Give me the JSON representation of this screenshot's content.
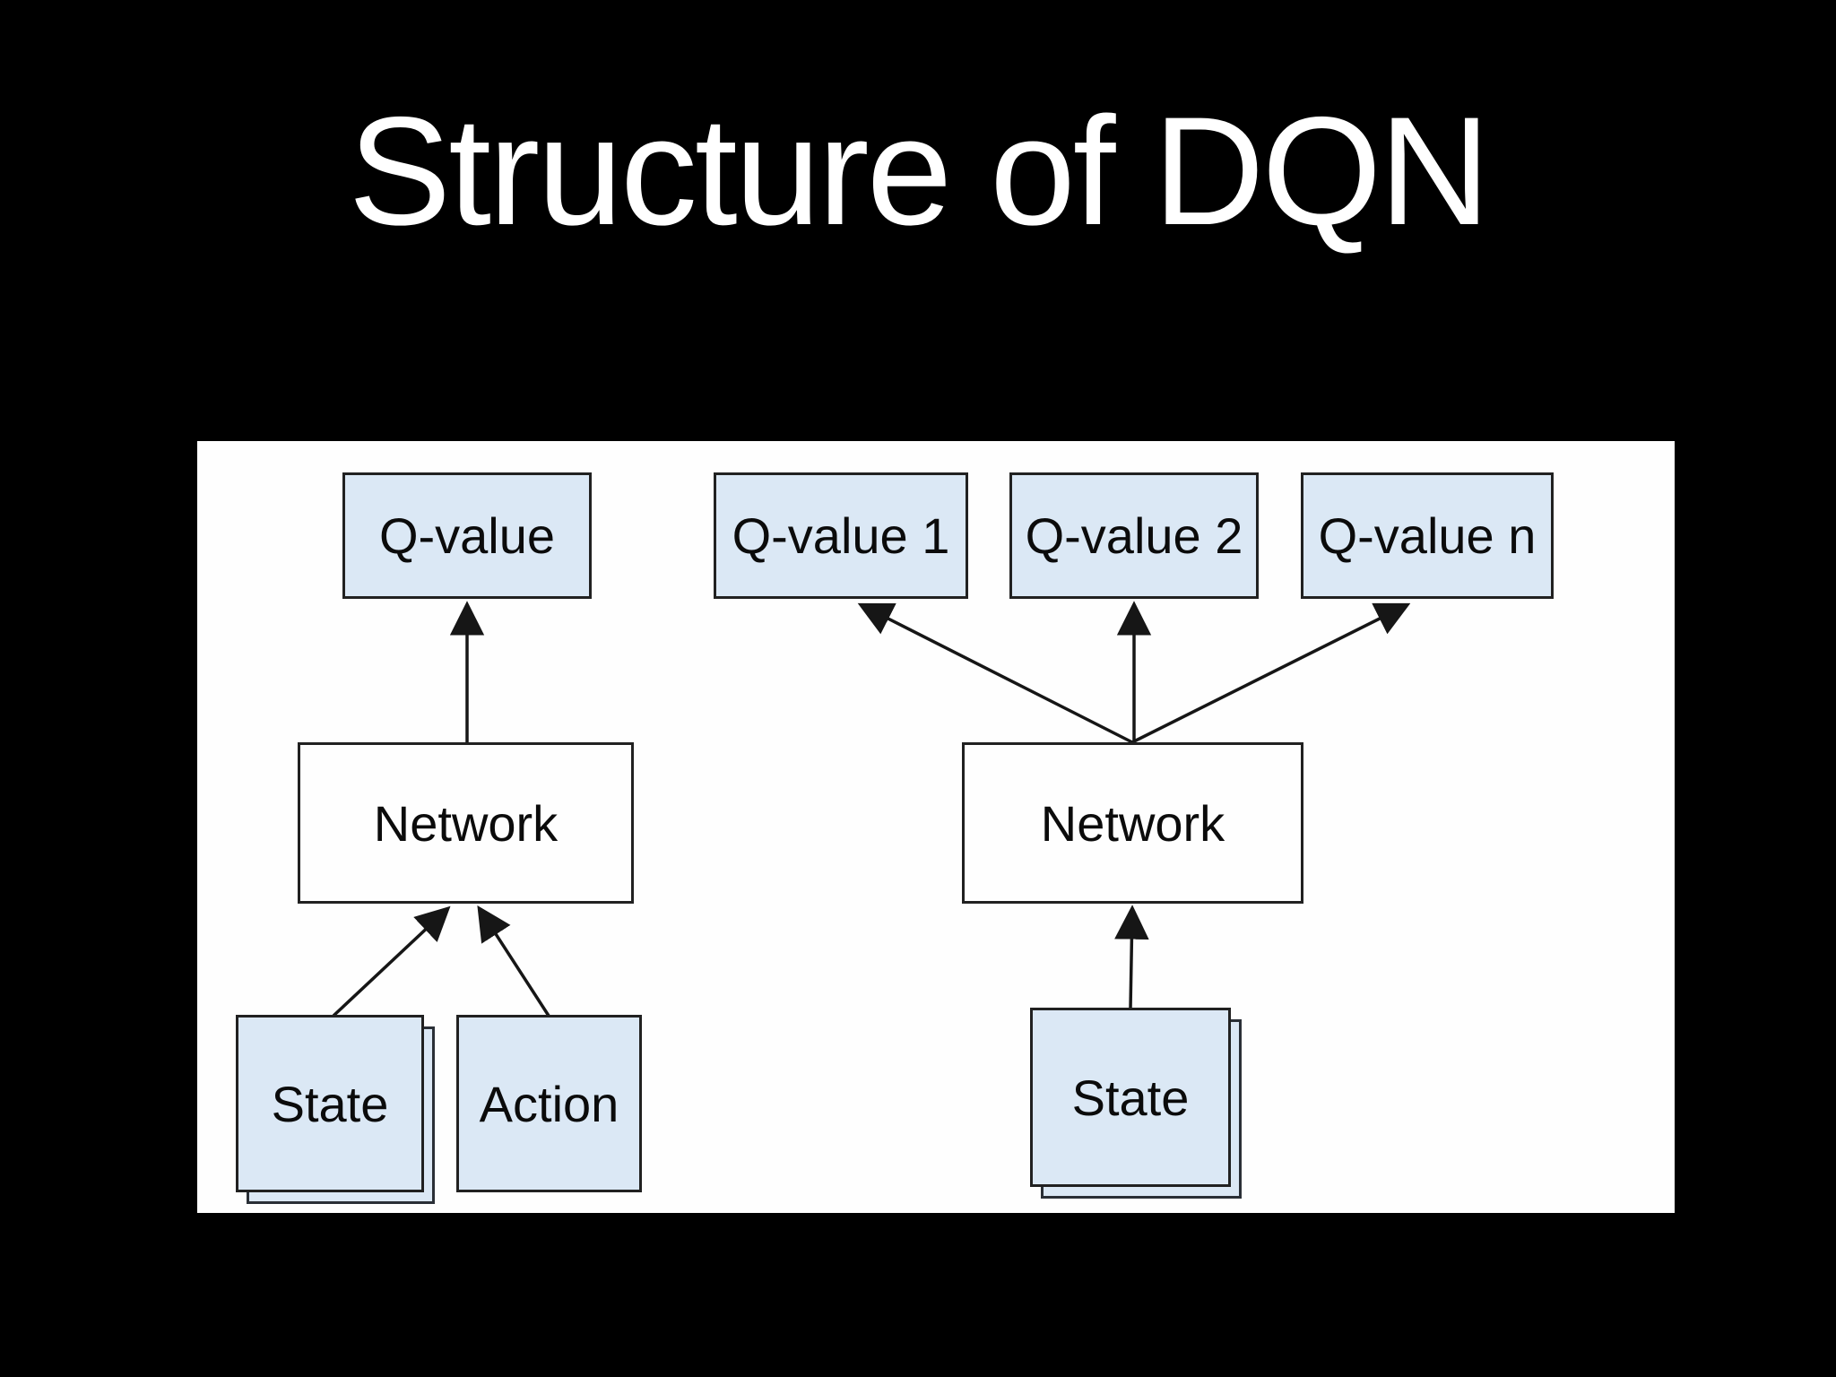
{
  "slide": {
    "title": "Structure of DQN"
  },
  "colors": {
    "slide_background": "#000000",
    "title_text": "#ffffff",
    "panel_background": "#fefefe",
    "box_fill_blue": "#dbe8f5",
    "box_fill_white": "#fefefe",
    "box_border": "#212121",
    "box_text": "#0b0b0b",
    "arrow": "#161616"
  },
  "left_diagram": {
    "q_value": "Q-value",
    "network": "Network",
    "state": "State",
    "action": "Action"
  },
  "right_diagram": {
    "q_value_1": "Q-value 1",
    "q_value_2": "Q-value 2",
    "q_value_n": "Q-value n",
    "network": "Network",
    "state": "State"
  }
}
